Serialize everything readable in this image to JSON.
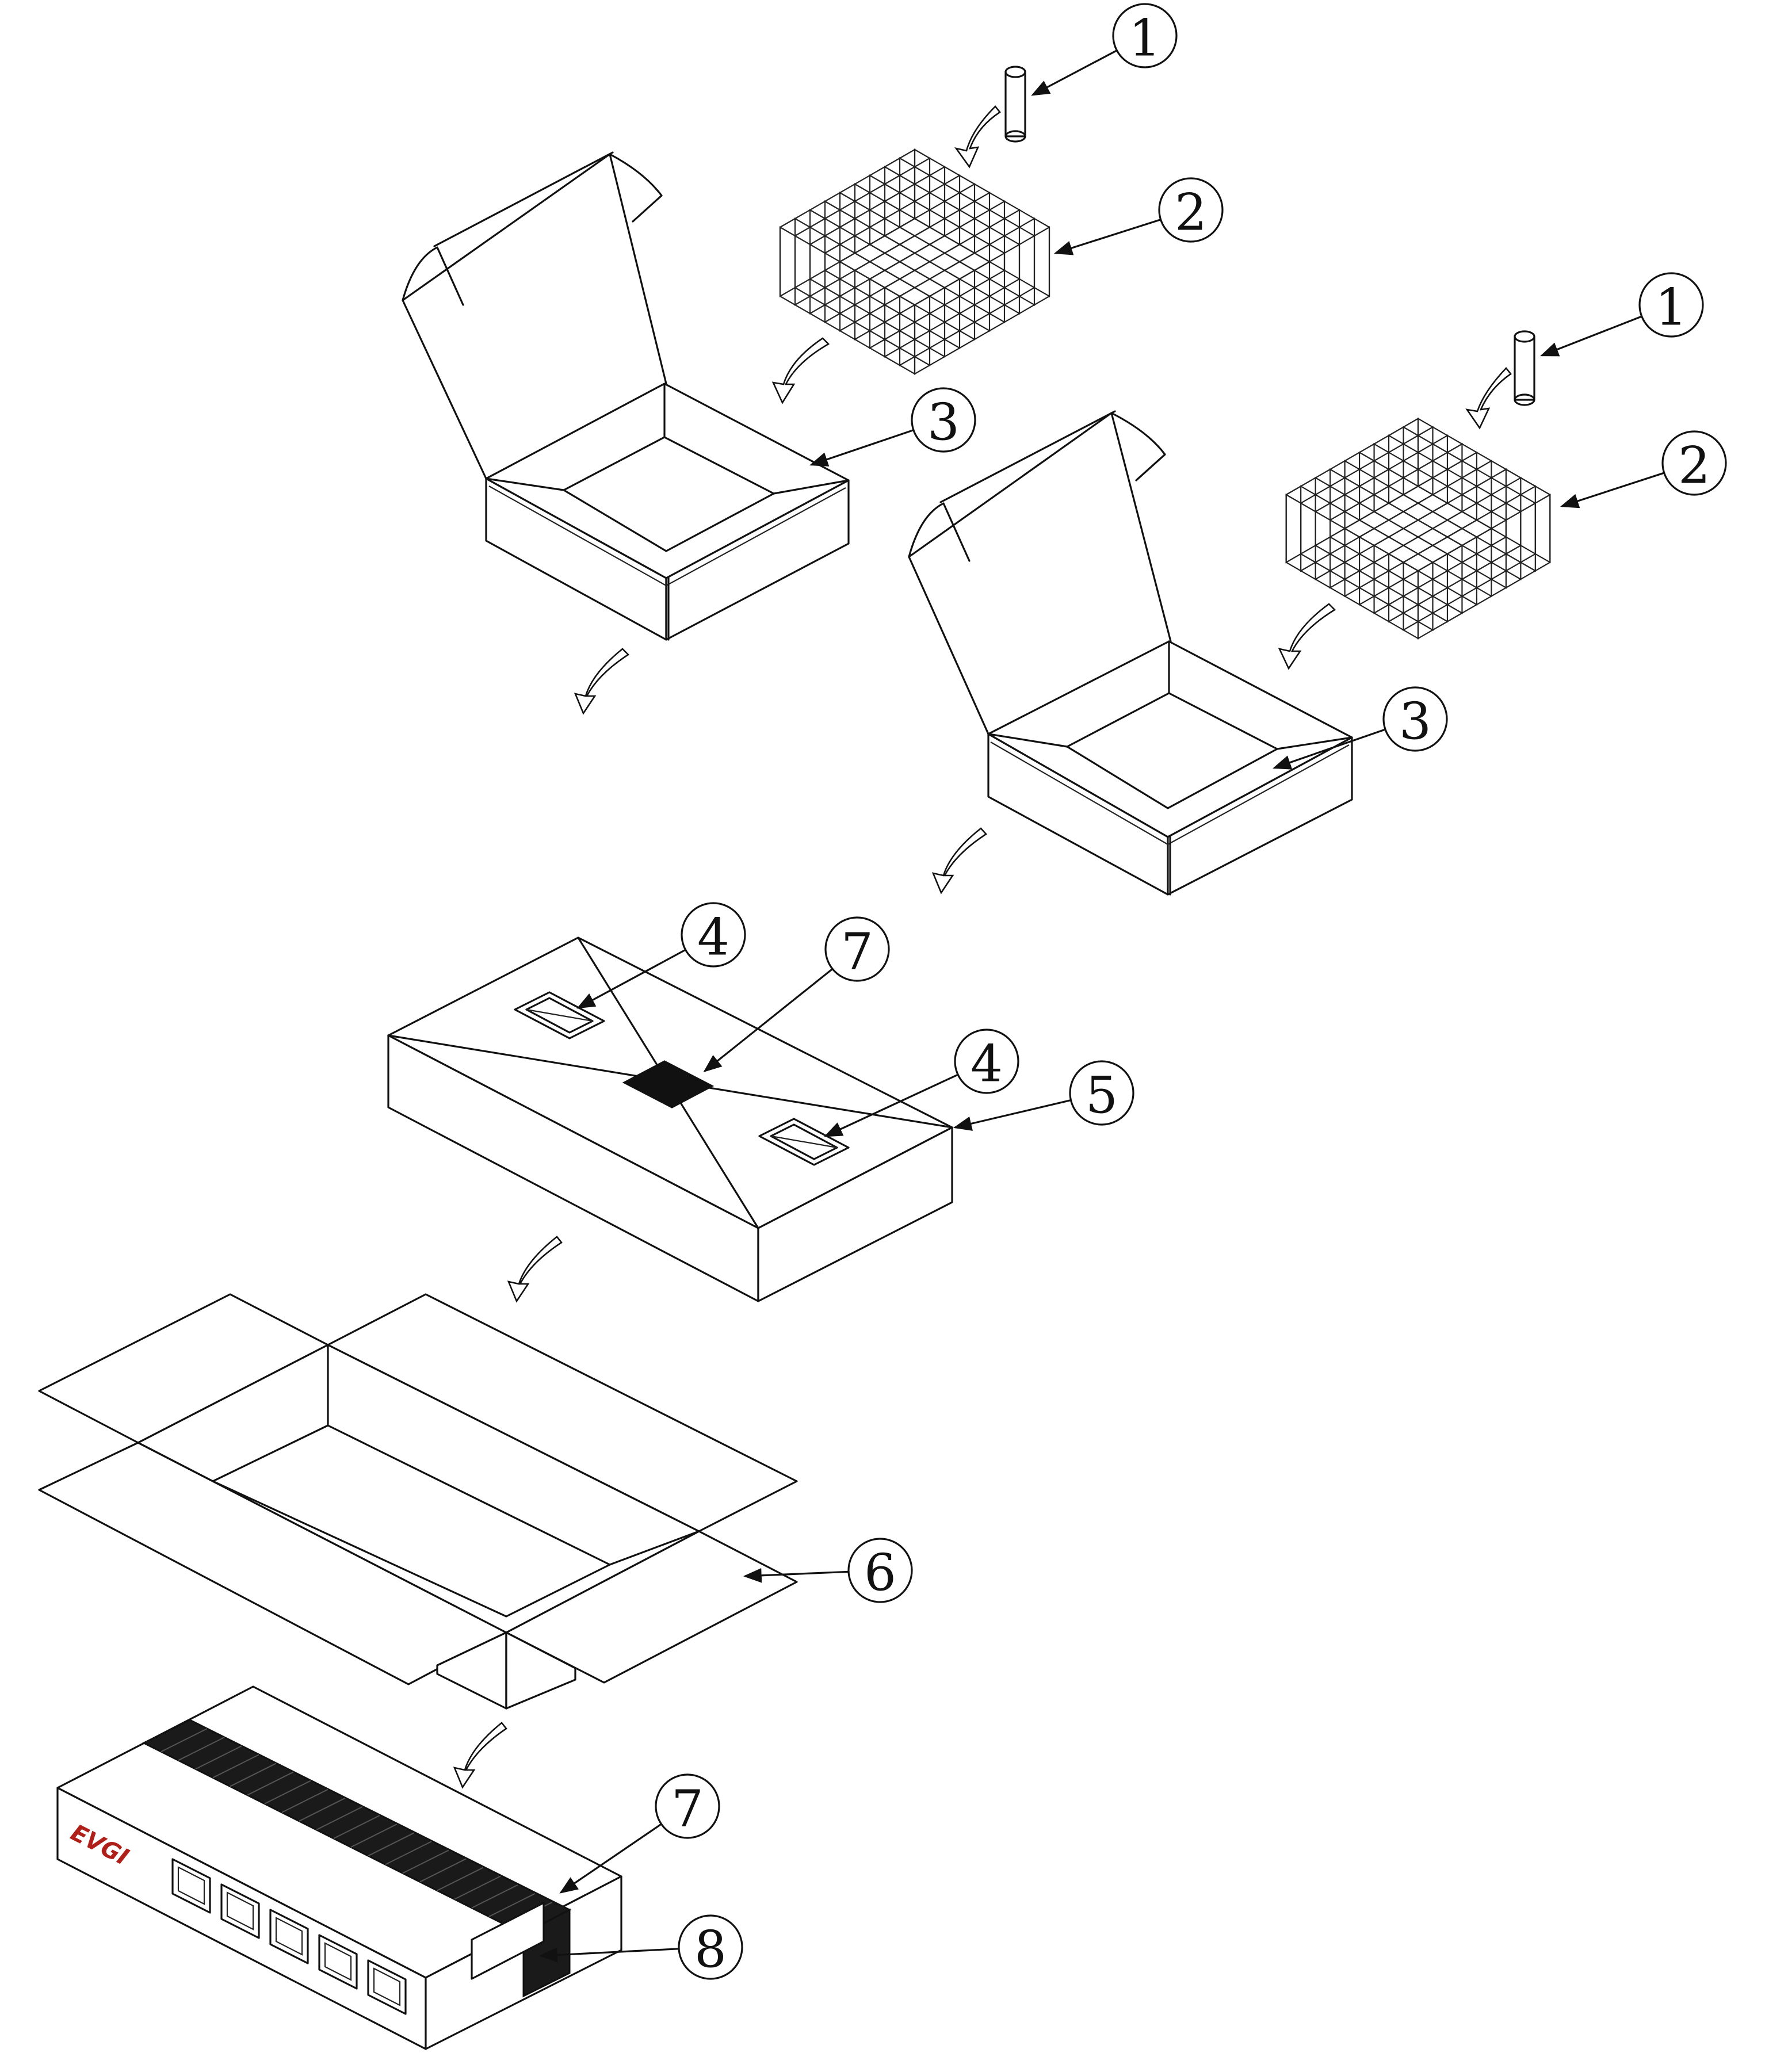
{
  "callouts": [
    {
      "id": "c1a",
      "label": "1"
    },
    {
      "id": "c2a",
      "label": "2"
    },
    {
      "id": "c3a",
      "label": "3"
    },
    {
      "id": "c1b",
      "label": "1"
    },
    {
      "id": "c2b",
      "label": "2"
    },
    {
      "id": "c3b",
      "label": "3"
    },
    {
      "id": "c4a",
      "label": "4"
    },
    {
      "id": "c7a",
      "label": "7"
    },
    {
      "id": "c4b",
      "label": "4"
    },
    {
      "id": "c5",
      "label": "5"
    },
    {
      "id": "c6",
      "label": "6"
    },
    {
      "id": "c7b",
      "label": "7"
    },
    {
      "id": "c8",
      "label": "8"
    }
  ],
  "brand_logo_text": "EVGI",
  "colors": {
    "line": "#111111",
    "background": "#ffffff",
    "brand": "#b0201a",
    "label_band": "#1a1a1a"
  }
}
